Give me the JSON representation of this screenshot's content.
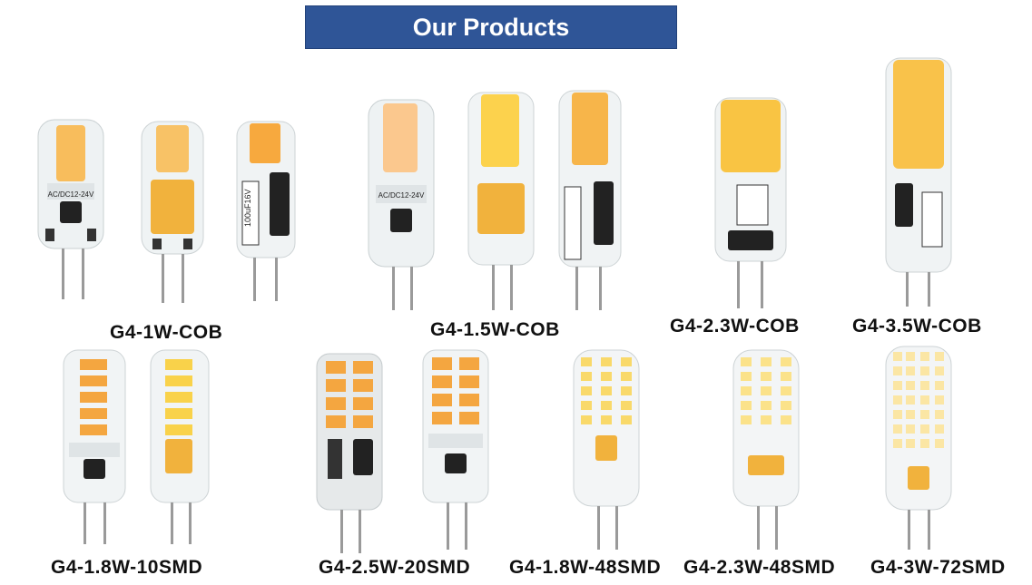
{
  "header": {
    "title": "Our Products"
  },
  "products": [
    {
      "name": "G4-1W-COB"
    },
    {
      "name": "G4-1.5W-COB"
    },
    {
      "name": "G4-2.3W-COB"
    },
    {
      "name": "G4-3.5W-COB"
    },
    {
      "name": "G4-1.8W-10SMD"
    },
    {
      "name": "G4-2.5W-20SMD"
    },
    {
      "name": "G4-1.8W-48SMD"
    },
    {
      "name": "G4-2.3W-48SMD"
    },
    {
      "name": "G4-3W-72SMD"
    }
  ],
  "print": {
    "acdc": "AC/DC12-24V",
    "cap": "100uF16V"
  },
  "colors": {
    "banner": "#2f5597",
    "cob_glow": "#f7b54a",
    "cob_glow_light": "#ffd070",
    "smd_chip": "#f4a640",
    "smd_chip_warm": "#f9d24a",
    "capacitor": "#f0b33a",
    "pin": "#9a9a9a"
  }
}
